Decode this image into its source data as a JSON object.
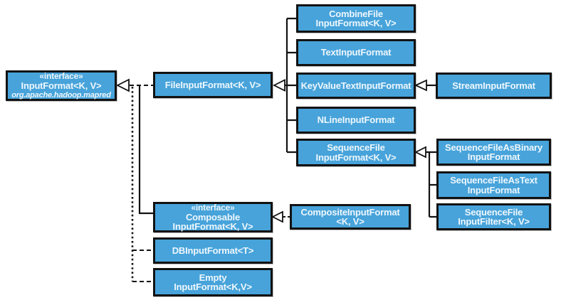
{
  "diagram_title": "Hadoop InputFormat class hierarchy (UML)",
  "colors": {
    "box_fill": "#47a3da",
    "box_border": "#121212",
    "text": "#eef7fd",
    "connector": "#121212",
    "background": "#ffffff"
  },
  "boxes": {
    "interface_input": {
      "line1": "«interface»",
      "line2": "InputFormat<K, V>",
      "line3": "org.apache.hadoop.mapred"
    },
    "file_input": {
      "line1": "FileInputFormat<K, V>"
    },
    "combine_file": {
      "line1": "CombineFile",
      "line2": "InputFormat<K, V>"
    },
    "text_input": {
      "line1": "TextInputFormat"
    },
    "key_value": {
      "line1": "KeyValueTextInputFormat"
    },
    "nline": {
      "line1": "NLineInputFormat"
    },
    "sequence_file": {
      "line1": "SequenceFile",
      "line2": "InputFormat<K, V>"
    },
    "stream_input": {
      "line1": "StreamInputFormat"
    },
    "seq_as_binary": {
      "line1": "SequenceFileAsBinary",
      "line2": "InputFormat"
    },
    "seq_as_text": {
      "line1": "SequenceFileAsText",
      "line2": "InputFormat"
    },
    "seq_filter": {
      "line1": "SequenceFile",
      "line2": "InputFilter<K, V>"
    },
    "composable": {
      "line1": "«interface»",
      "line2": "Composable",
      "line3": "InputFormat<K, V>"
    },
    "composite": {
      "line1": "CompositeInputFormat",
      "line2": "<K, V>"
    },
    "db_input": {
      "line1": "DBInputFormat<T>"
    },
    "empty_input": {
      "line1": "Empty",
      "line2": "InputFormat<K,V>"
    }
  },
  "relations": [
    {
      "from": "FileInputFormat",
      "to": "InputFormat",
      "type": "realization"
    },
    {
      "from": "ComposableInputFormat",
      "to": "InputFormat",
      "type": "generalization"
    },
    {
      "from": "DBInputFormat",
      "to": "InputFormat",
      "type": "realization"
    },
    {
      "from": "EmptyInputFormat",
      "to": "InputFormat",
      "type": "realization"
    },
    {
      "from": "CombineFileInputFormat",
      "to": "FileInputFormat",
      "type": "generalization"
    },
    {
      "from": "TextInputFormat",
      "to": "FileInputFormat",
      "type": "generalization"
    },
    {
      "from": "KeyValueTextInputFormat",
      "to": "FileInputFormat",
      "type": "generalization"
    },
    {
      "from": "NLineInputFormat",
      "to": "FileInputFormat",
      "type": "generalization"
    },
    {
      "from": "SequenceFileInputFormat",
      "to": "FileInputFormat",
      "type": "generalization"
    },
    {
      "from": "StreamInputFormat",
      "to": "KeyValueTextInputFormat",
      "type": "generalization"
    },
    {
      "from": "SequenceFileAsBinaryInputFormat",
      "to": "SequenceFileInputFormat",
      "type": "generalization"
    },
    {
      "from": "SequenceFileAsTextInputFormat",
      "to": "SequenceFileInputFormat",
      "type": "generalization"
    },
    {
      "from": "SequenceFileInputFilter",
      "to": "SequenceFileInputFormat",
      "type": "generalization"
    },
    {
      "from": "CompositeInputFormat",
      "to": "ComposableInputFormat",
      "type": "realization"
    }
  ]
}
